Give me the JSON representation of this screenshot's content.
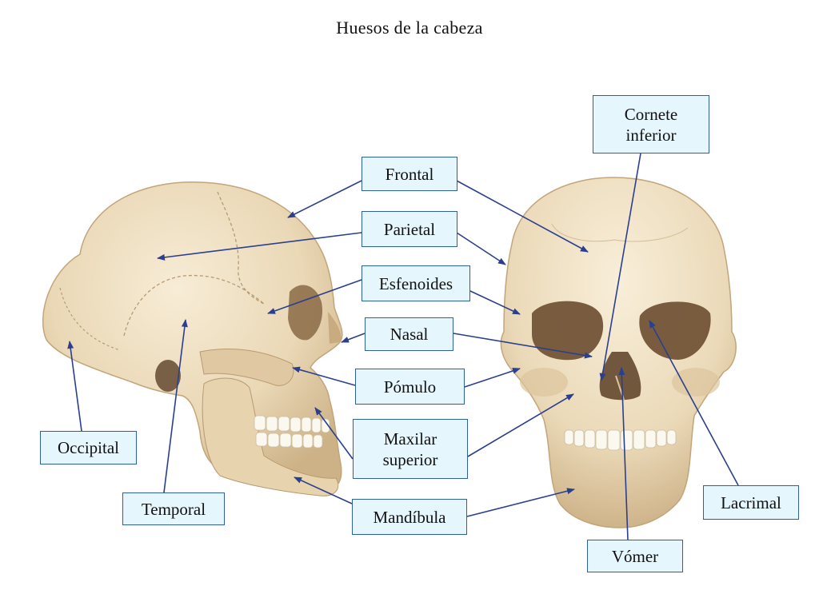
{
  "title": "Huesos de la cabeza",
  "labels": {
    "frontal": "Frontal",
    "parietal": "Parietal",
    "esfenoides": "Esfenoides",
    "nasal": "Nasal",
    "pomulo": "Pómulo",
    "maxilar_line1": "Maxilar",
    "maxilar_line2": "superior",
    "mandibula": "Mandíbula",
    "occipital": "Occipital",
    "temporal": "Temporal",
    "cornete_line1": "Cornete",
    "cornete_line2": "inferior",
    "lacrimal": "Lacrimal",
    "vomer": "Vómer"
  },
  "colors": {
    "label_fill": "#e6f6fd",
    "label_border": "#2e5f9e",
    "leader_line": "#2b3f8f",
    "bone": "#ecdcbd"
  }
}
